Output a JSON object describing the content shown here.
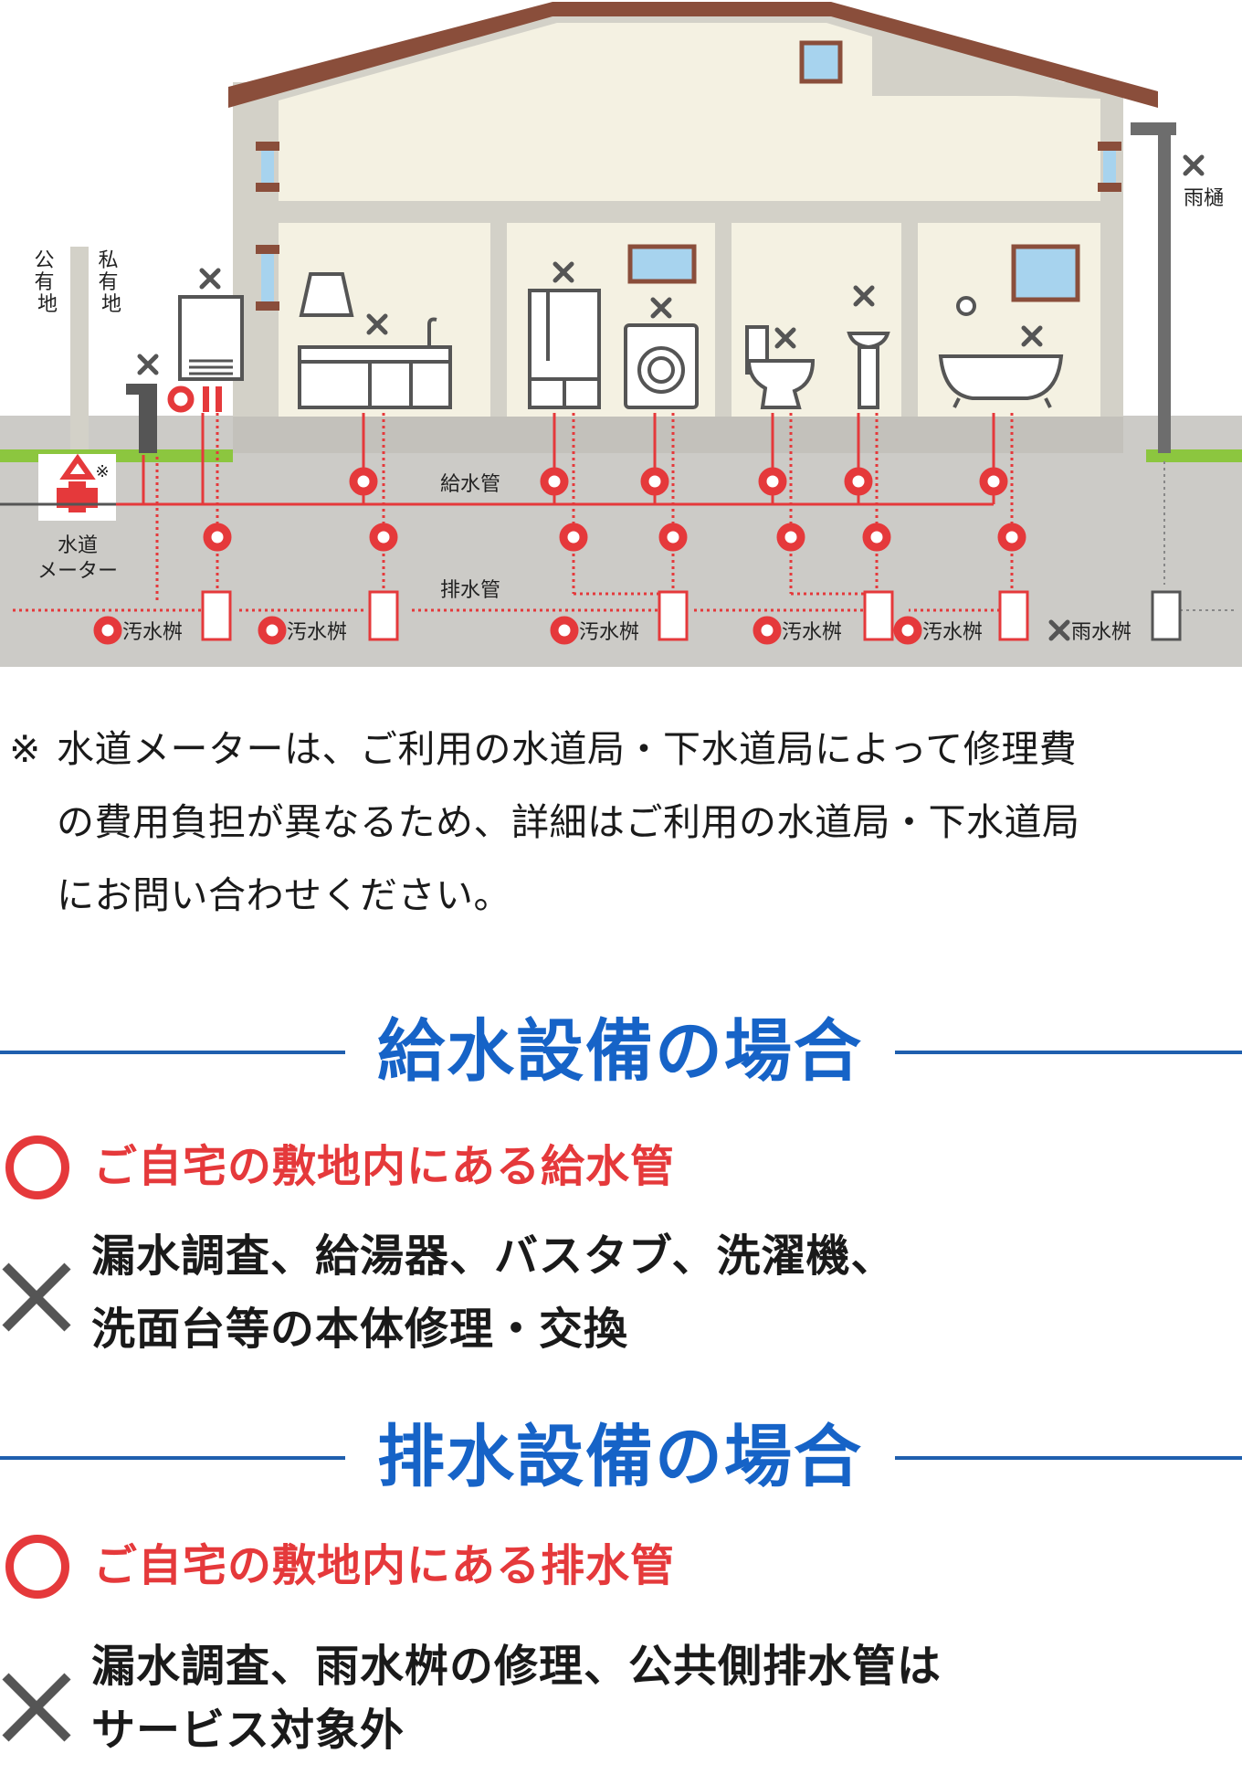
{
  "diagram": {
    "labels": {
      "public_land": "公有地",
      "private_land": "私有地",
      "downspout": "雨樋",
      "supply_pipe": "給水管",
      "drain_pipe": "排水管",
      "meter_line1": "水道",
      "meter_line2": "メーター",
      "meter_note_mark": "※",
      "sewer_basin": "汚水桝",
      "rain_basin": "雨水桝"
    },
    "colors": {
      "wall": "#f4f1e2",
      "ground": "#cccbc7",
      "roof": "#8a4e3b",
      "frame": "#d3d1c8",
      "grass": "#8cc63f",
      "pipe_red": "#e5393b",
      "window_blue": "#a7d3ee"
    }
  },
  "note": {
    "mark": "※",
    "lines": [
      "水道メーターは、ご利用の水道局・下水道局によって修理費",
      "の費用負担が異なるため、詳細はご利用の水道局・下水道局",
      "にお問い合わせください。"
    ]
  },
  "supply": {
    "title": "給水設備の場合",
    "ok_text": "ご自宅の敷地内にある給水管",
    "ng_lines": [
      "漏水調査、給湯器、バスタブ、洗濯機、",
      "洗面台等の本体修理・交換"
    ]
  },
  "drain": {
    "title": "排水設備の場合",
    "ok_text": "ご自宅の敷地内にある排水管",
    "ng_lines": [
      "漏水調査、雨水桝の修理、公共側排水管は",
      "サービス対象外"
    ]
  }
}
